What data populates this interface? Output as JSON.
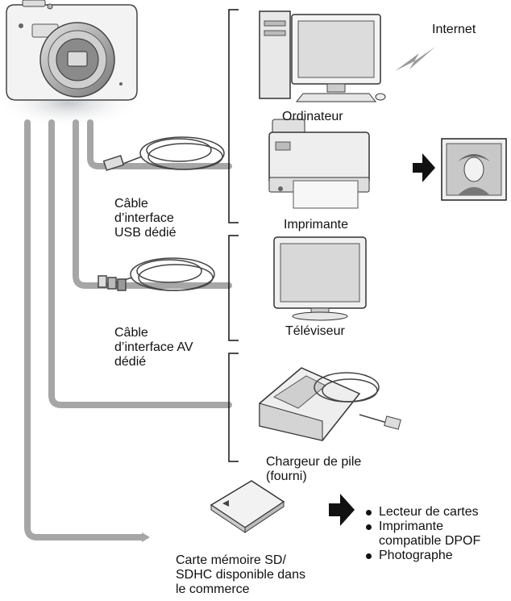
{
  "labels": {
    "internet": "Internet",
    "computer": "Ordinateur",
    "printer": "Imprimante",
    "usb_cable": [
      "Câble",
      "d’interface",
      "USB dédié"
    ],
    "av_cable": [
      "Câble",
      "d’interface AV",
      "dédié"
    ],
    "tv": "Téléviseur",
    "charger": [
      "Chargeur de pile",
      "(fourni)"
    ],
    "sd_card": [
      "Carte mémoire SD/",
      "SDHC disponible dans",
      "le commerce"
    ]
  },
  "sd_uses": [
    {
      "lines": [
        "Lecteur de cartes"
      ]
    },
    {
      "lines": [
        "Imprimante",
        "compatible DPOF"
      ]
    },
    {
      "lines": [
        "Photographe"
      ]
    }
  ],
  "colors": {
    "connector": "#a6a6a6",
    "bracket": "#111111",
    "arrow": "#111111"
  }
}
